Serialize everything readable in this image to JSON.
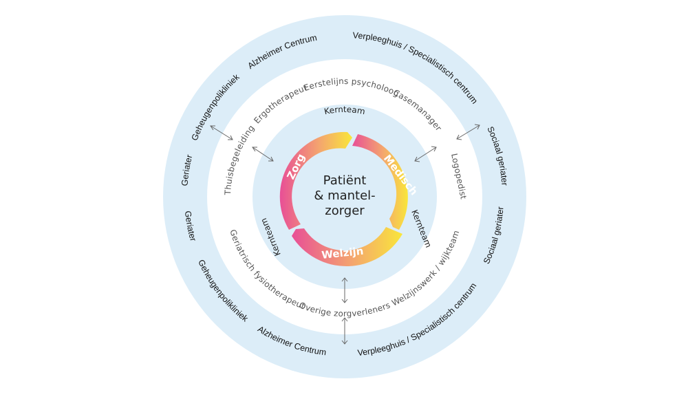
{
  "colors": {
    "outer_ring": "#dcedf8",
    "middle_ring": "#ffffff",
    "inner_ring": "#dcedf8",
    "gradient_pink": "#e84f96",
    "gradient_orange": "#f4a66e",
    "gradient_yellow": "#f9e63a"
  },
  "center": {
    "line1": "Patiënt",
    "line2": "& mantel-",
    "line3": "zorger"
  },
  "cycle": {
    "zorg": "Zorg",
    "medisch": "Medisch",
    "welzijn": "Welzijn"
  },
  "inner_ring": {
    "kernteam_top": "Kernteam",
    "kernteam_right": "Kernteam",
    "kernteam_left": "Kernteam"
  },
  "middle_ring": {
    "eerstelijns_psycholoog": "Eerstelijns psycholoog",
    "ergotherapeut": "Ergotherapeut",
    "casemanager": "Casemanager",
    "thuisbegeleiding": "Thuisbegeleiding",
    "logopedist": "Logopedist",
    "geriatrisch_fysiotherapeut": "Geriatrisch fysiotherapeut",
    "welzijnswerk_wijkteam": "Welzijnswerk / wijkteam",
    "overige_zorgverleners": "Overige zorgverleners"
  },
  "outer_ring": {
    "alzheimer_top": "Alzheimer Centrum",
    "verpleeghuis_top": "Verpleeghuis / Specialistisch centrum",
    "geheugenpolikliniek_top": "Geheugenpolikliniek",
    "sociaal_geriater_top": "Sociaal geriater",
    "geriater_top": "Geriater",
    "geriater_bottom": "Geriater",
    "sociaal_geriater_bottom": "Sociaal geriater",
    "geheugenpolikliniek_bottom": "Geheugenpolikliniek",
    "verpleeghuis_bottom": "Verpleeghuis / Specialistisch centrum",
    "alzheimer_bottom": "Alzheimer Centrum"
  },
  "icons": {
    "arrow": "double-headed-arrow"
  }
}
